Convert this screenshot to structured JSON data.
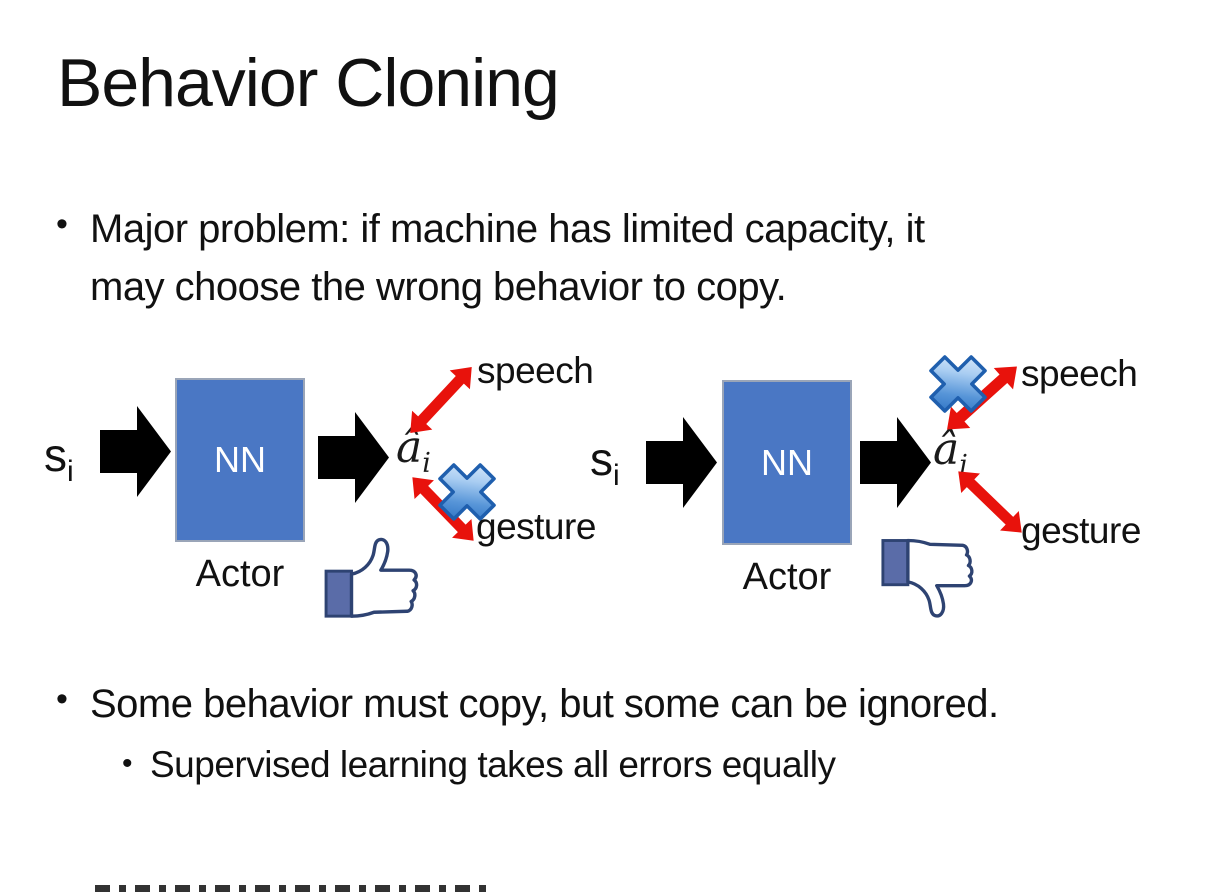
{
  "title": "Behavior Cloning",
  "bullet_char": "•",
  "bullet1": {
    "lines": [
      "Major problem: if machine has limited capacity, it",
      "may choose the wrong behavior to copy."
    ]
  },
  "bullet2": "Some behavior must copy, but some can be ignored.",
  "bullet3": "Supervised learning takes all errors equally",
  "diagram_left": {
    "input": "s",
    "input_sub": "i",
    "nn": "NN",
    "caption": "Actor",
    "output": "â",
    "output_sub": "i",
    "top_branch": "speech",
    "bottom_branch": "gesture",
    "crossed_branch": "gesture",
    "feedback_icon": "thumbs-up"
  },
  "diagram_right": {
    "input": "s",
    "input_sub": "i",
    "nn": "NN",
    "caption": "Actor",
    "output": "â",
    "output_sub": "i",
    "top_branch": "speech",
    "bottom_branch": "gesture",
    "crossed_branch": "speech",
    "feedback_icon": "thumbs-down"
  },
  "colors": {
    "nn_box_fill": "#4a77c4",
    "nn_box_border": "#9aa5b8",
    "block_arrow": "#000000",
    "branch_arrow_red": "#e8120c",
    "cross_blue": "#3f7fd0",
    "hand_outline": "#2e4372",
    "sleeve_fill": "#5a6ca8",
    "text": "#111111"
  }
}
